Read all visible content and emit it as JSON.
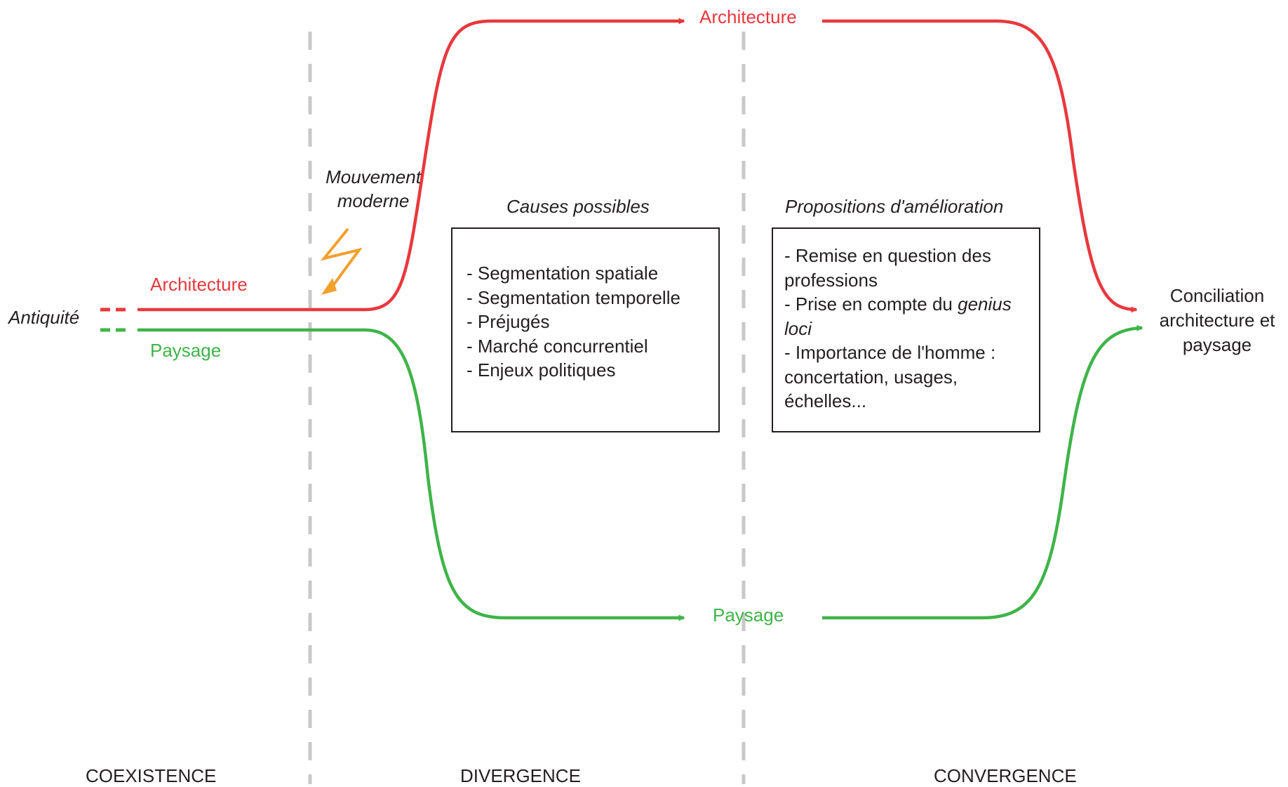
{
  "start_label": "Antiquité",
  "colors": {
    "architecture": "#e8383d",
    "paysage": "#3fb449",
    "event": "#f3a02d",
    "divider": "#c8c8c8",
    "text": "#231f20"
  },
  "branches": {
    "architecture_left": "Architecture",
    "paysage_left": "Paysage",
    "architecture_mid": "Architecture",
    "paysage_mid": "Paysage"
  },
  "event": {
    "line1": "Mouvement",
    "line2": "moderne",
    "icon": "lightning-bolt-icon"
  },
  "causes": {
    "title": "Causes possibles",
    "items": [
      "- Segmentation spatiale",
      "- Segmentation temporelle",
      "- Préjugés",
      "- Marché concurrentiel",
      "- Enjeux politiques"
    ]
  },
  "propositions": {
    "title": "Propositions d'amélioration",
    "item1_line1": "- Remise en question des",
    "item1_line2": "professions",
    "item2_text": "- Prise en compte du ",
    "item2_italic1": "genius",
    "item2_italic2": "loci",
    "item3_line1": "- Importance de l'homme :",
    "item3_line2": "concertation, usages,",
    "item3_line3": "échelles..."
  },
  "result": {
    "line1": "Conciliation",
    "line2": "architecture et",
    "line3": "paysage"
  },
  "phases": [
    "COEXISTENCE",
    "DIVERGENCE",
    "CONVERGENCE"
  ]
}
